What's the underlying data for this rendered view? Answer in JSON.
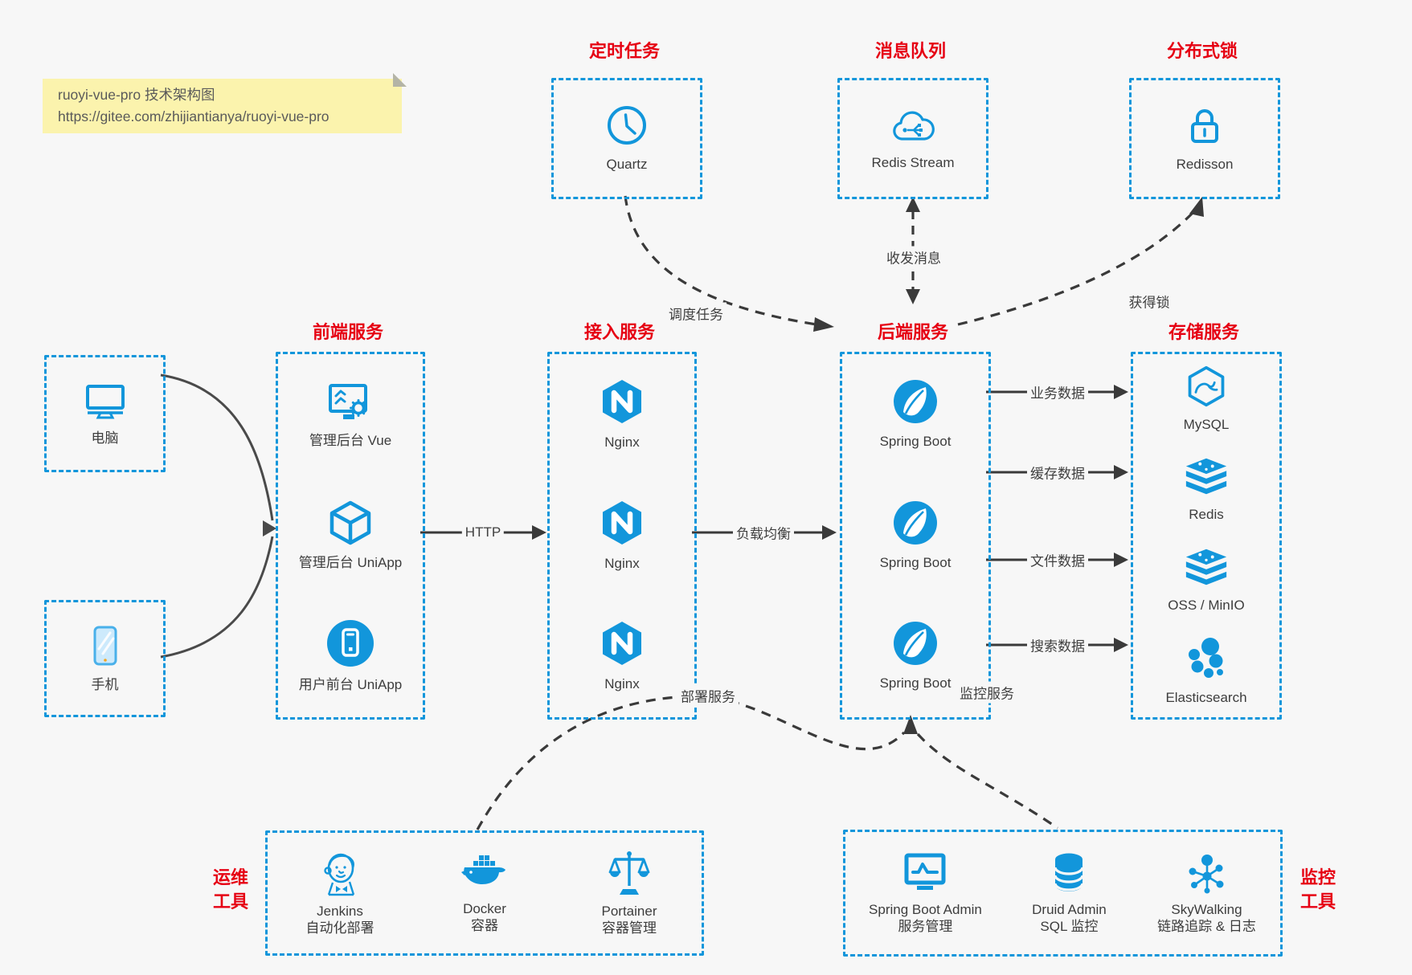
{
  "note": {
    "line1": "ruoyi-vue-pro 技术架构图",
    "line2": "https://gitee.com/zhijiantianya/ruoyi-vue-pro"
  },
  "colors": {
    "accent_blue": "#1296db",
    "title_red": "#e60013",
    "note_yellow": "#fbf3ad",
    "line_dark": "#3f3f3f"
  },
  "groups": {
    "scheduled": {
      "title": "定时任务",
      "items": [
        {
          "label": "Quartz",
          "icon": "clock-icon"
        }
      ]
    },
    "mq": {
      "title": "消息队列",
      "items": [
        {
          "label": "Redis Stream",
          "icon": "cloud-stream-icon"
        }
      ]
    },
    "lock": {
      "title": "分布式锁",
      "items": [
        {
          "label": "Redisson",
          "icon": "lock-icon"
        }
      ]
    },
    "clients": {
      "items": [
        {
          "label": "电脑",
          "icon": "desktop-icon"
        },
        {
          "label": "手机",
          "icon": "mobile-icon"
        }
      ]
    },
    "frontend": {
      "title": "前端服务",
      "items": [
        {
          "label": "管理后台 Vue",
          "icon": "admin-vue-icon"
        },
        {
          "label": "管理后台 UniApp",
          "icon": "uniapp-cube-icon"
        },
        {
          "label": "用户前台 UniApp",
          "icon": "user-app-icon"
        }
      ]
    },
    "gateway": {
      "title": "接入服务",
      "items": [
        {
          "label": "Nginx",
          "icon": "nginx-icon"
        },
        {
          "label": "Nginx",
          "icon": "nginx-icon"
        },
        {
          "label": "Nginx",
          "icon": "nginx-icon"
        }
      ]
    },
    "backend": {
      "title": "后端服务",
      "items": [
        {
          "label": "Spring Boot",
          "icon": "spring-boot-icon"
        },
        {
          "label": "Spring Boot",
          "icon": "spring-boot-icon"
        },
        {
          "label": "Spring Boot",
          "icon": "spring-boot-icon"
        }
      ]
    },
    "storage": {
      "title": "存储服务",
      "items": [
        {
          "label": "MySQL",
          "icon": "mysql-icon"
        },
        {
          "label": "Redis",
          "icon": "redis-icon"
        },
        {
          "label": "OSS / MinIO",
          "icon": "oss-minio-icon"
        },
        {
          "label": "Elasticsearch",
          "icon": "elasticsearch-icon"
        }
      ]
    },
    "ops": {
      "side_title_line1": "运维",
      "side_title_line2": "工具",
      "items": [
        {
          "name": "Jenkins",
          "desc": "自动化部署",
          "icon": "jenkins-icon"
        },
        {
          "name": "Docker",
          "desc": "容器",
          "icon": "docker-icon"
        },
        {
          "name": "Portainer",
          "desc": "容器管理",
          "icon": "portainer-icon"
        }
      ]
    },
    "monitor": {
      "side_title_line1": "监控",
      "side_title_line2": "工具",
      "items": [
        {
          "name": "Spring Boot Admin",
          "desc": "服务管理",
          "icon": "spring-boot-admin-icon"
        },
        {
          "name": "Druid Admin",
          "desc": "SQL 监控",
          "icon": "druid-icon"
        },
        {
          "name": "SkyWalking",
          "desc": "链路追踪 & 日志",
          "icon": "skywalking-icon"
        }
      ]
    }
  },
  "edges": {
    "http": "HTTP",
    "load_balance": "负载均衡",
    "business_data": "业务数据",
    "cache_data": "缓存数据",
    "file_data": "文件数据",
    "search_data": "搜索数据",
    "schedule_task": "调度任务",
    "send_receive_message": "收发消息",
    "acquire_lock": "获得锁",
    "deploy_service": "部署服务",
    "monitor_service": "监控服务"
  }
}
